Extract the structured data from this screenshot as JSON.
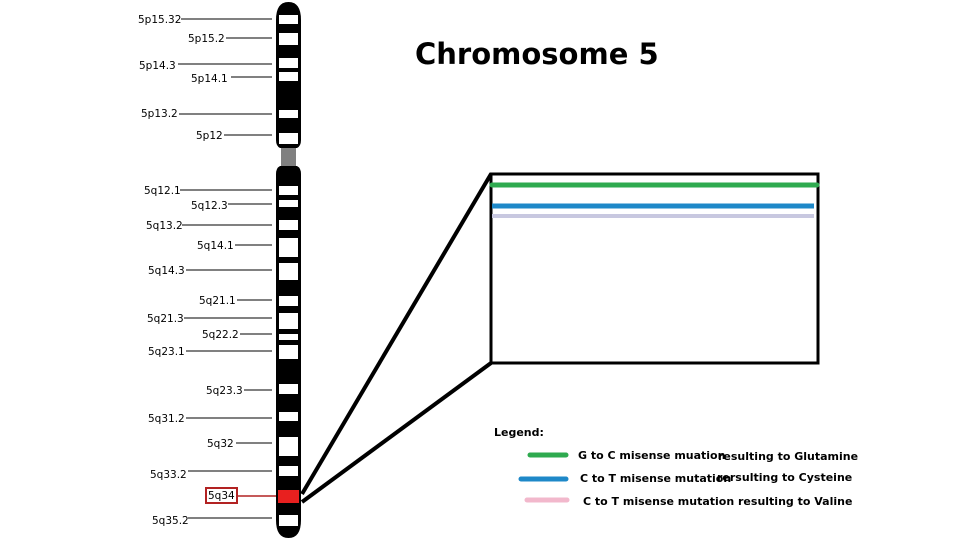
{
  "title": "Chromosome 5",
  "bands_p": [
    {
      "label": "5p15.32"
    },
    {
      "label": "5p15.2"
    },
    {
      "label": "5p14.3"
    },
    {
      "label": "5p14.1"
    },
    {
      "label": "5p13.2"
    },
    {
      "label": "5p12"
    }
  ],
  "bands_q": [
    {
      "label": "5q12.1"
    },
    {
      "label": "5q12.3"
    },
    {
      "label": "5q13.2"
    },
    {
      "label": "5q14.1"
    },
    {
      "label": "5q14.3"
    },
    {
      "label": "5q21.1"
    },
    {
      "label": "5q21.3"
    },
    {
      "label": "5q22.2"
    },
    {
      "label": "5q23.1"
    },
    {
      "label": "5q23.3"
    },
    {
      "label": "5q31.2"
    },
    {
      "label": "5q32"
    },
    {
      "label": "5q33.2"
    },
    {
      "label": "5q34",
      "highlighted": true
    },
    {
      "label": "5q35.2"
    }
  ],
  "colors": {
    "chromosome": "#000000",
    "centromere": "#808080",
    "highlight": "#e8201f",
    "highlight_box": "#b22222",
    "green": "#2eaa4f",
    "blue": "#1e88c8",
    "lavender": "#c8c8e0",
    "pink": "#f2b8cc"
  },
  "legend": {
    "heading": "Legend:",
    "items": [
      {
        "label": "G to C misense muation",
        "result": "resulting to Glutamine",
        "color": "#2eaa4f"
      },
      {
        "label": "C to T misense mutation",
        "result": "rersulting to Cysteine",
        "color": "#1e88c8"
      },
      {
        "label": "C to T misense mutation resulting to Valine",
        "result": "",
        "color": "#f2b8cc"
      }
    ]
  }
}
